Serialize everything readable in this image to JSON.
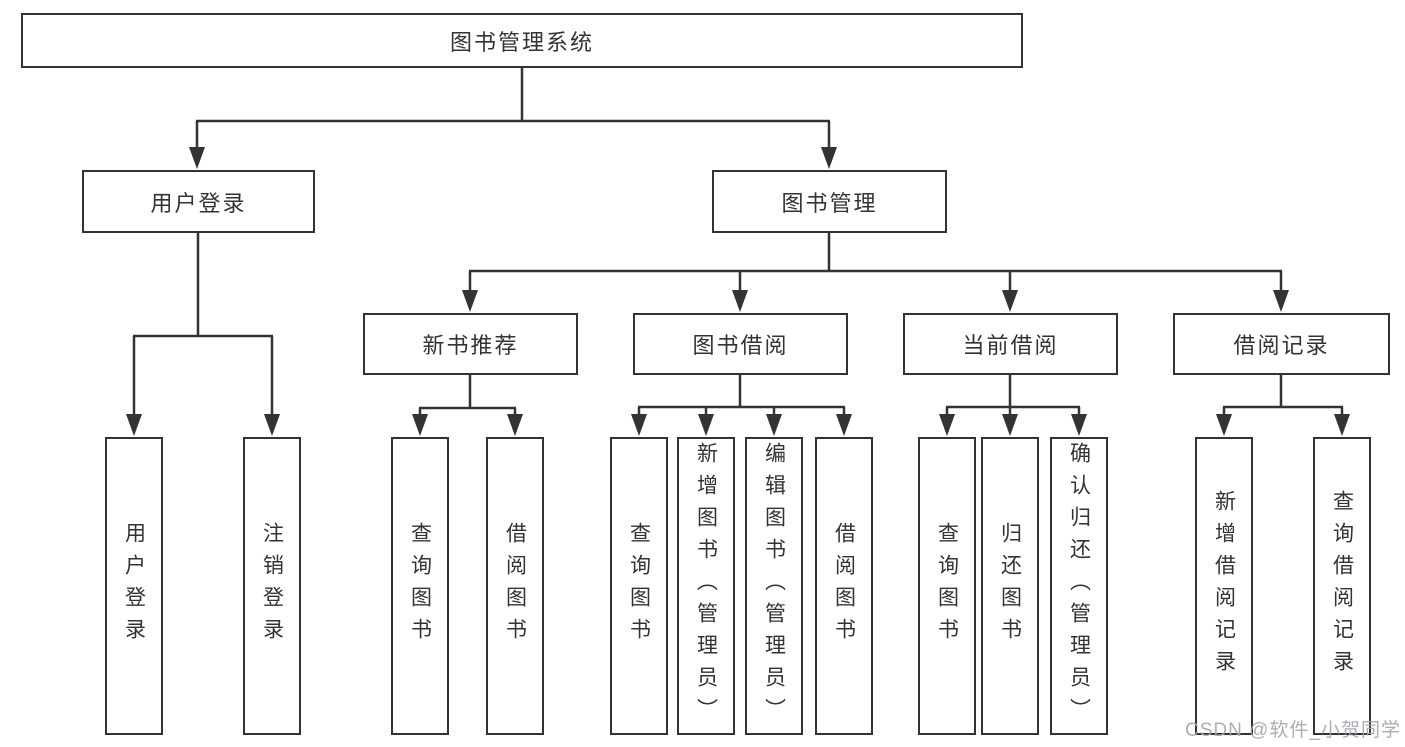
{
  "diagram": {
    "title": "图书管理系统",
    "root": {
      "label": "图书管理系统"
    },
    "level2": [
      {
        "label": "用户登录"
      },
      {
        "label": "图书管理"
      }
    ],
    "level3": [
      {
        "label": "新书推荐"
      },
      {
        "label": "图书借阅"
      },
      {
        "label": "当前借阅"
      },
      {
        "label": "借阅记录"
      }
    ],
    "leaves": {
      "user": [
        {
          "label": "用户登录"
        },
        {
          "label": "注销登录"
        }
      ],
      "newbook": [
        {
          "label": "查询图书"
        },
        {
          "label": "借阅图书"
        }
      ],
      "borrow": [
        {
          "label": "查询图书"
        },
        {
          "label": "新增图书（管理员）"
        },
        {
          "label": "编辑图书（管理员）"
        },
        {
          "label": "借阅图书"
        }
      ],
      "current": [
        {
          "label": "查询图书"
        },
        {
          "label": "归还图书"
        },
        {
          "label": "确认归还（管理员）"
        }
      ],
      "records": [
        {
          "label": "新增借阅记录"
        },
        {
          "label": "查询借阅记录"
        }
      ]
    }
  },
  "watermark": {
    "text": "CSDN @软件_小贺同学"
  },
  "colors": {
    "line": "#333333",
    "box_border": "#333333",
    "box_fill": "#ffffff",
    "text": "#333333",
    "watermark": "#a6a6ae",
    "background": "#ffffff"
  }
}
